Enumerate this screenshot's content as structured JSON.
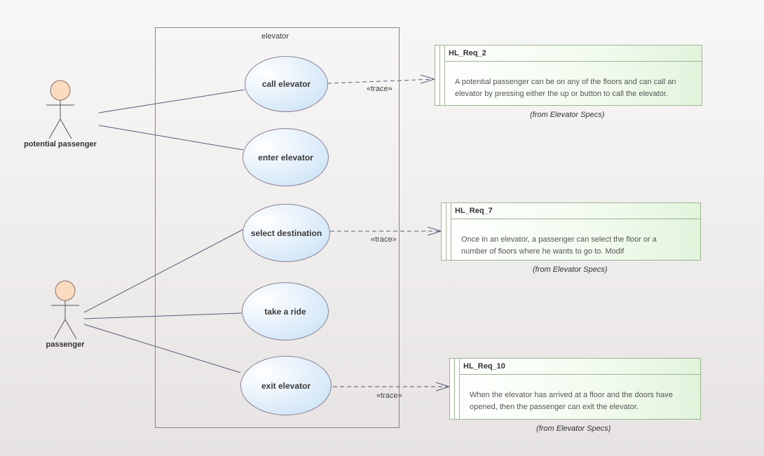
{
  "boundary": {
    "label": "elevator"
  },
  "actors": [
    {
      "name": "potential passenger"
    },
    {
      "name": "passenger"
    }
  ],
  "use_cases": [
    {
      "label": "call elevator"
    },
    {
      "label": "enter elevator"
    },
    {
      "label": "select destination"
    },
    {
      "label": "take a ride"
    },
    {
      "label": "exit elevator"
    }
  ],
  "requirements": [
    {
      "title": "HL_Req_2",
      "text": "A potential passenger can be on any of the floors and can call an\nelevator by pressing either the up or button to call the elevator.",
      "from": "(from Elevator Specs)"
    },
    {
      "title": "HL_Req_7",
      "text": "Once in an elevator, a passenger can select the floor or a\nnumber of floors where he wants to go to. Modif",
      "from": "(from Elevator Specs)"
    },
    {
      "title": "HL_Req_10",
      "text": "When the elevator has arrived at a floor and the doors have\nopened, then the passenger can exit the elevator.",
      "from": "(from Elevator Specs)"
    }
  ],
  "trace_label": "«trace»",
  "colors": {
    "actor_head": "#fbdcc0",
    "line": "#5a5a78",
    "usecase_fill": "#d3e7f8",
    "requirement_fill": "#e2f4dc"
  }
}
